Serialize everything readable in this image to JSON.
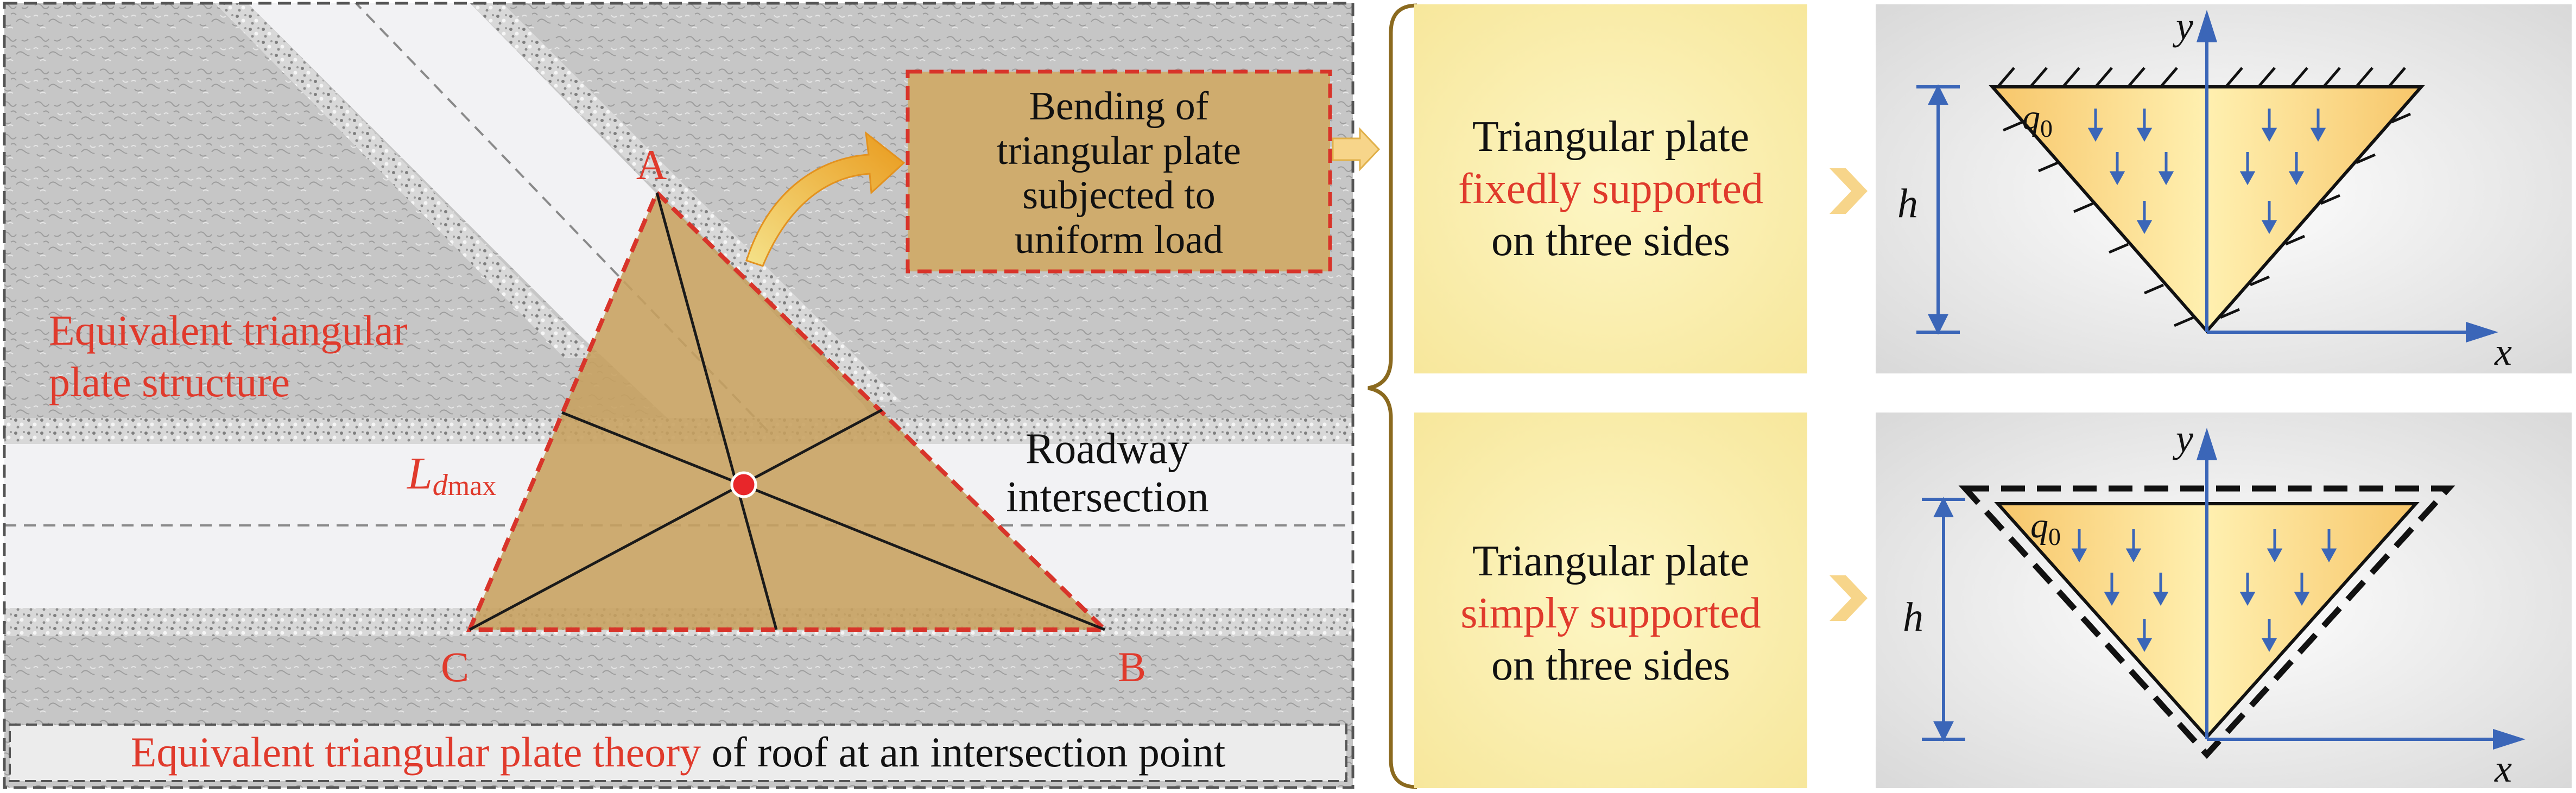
{
  "left_panel": {
    "vertex_a": "A",
    "vertex_b": "B",
    "vertex_c": "C",
    "ldmax_main": "L",
    "ldmax_sub": "d",
    "ldmax_sup": "max",
    "equivalent_structure_line1": "Equivalent triangular",
    "equivalent_structure_line2": "plate structure",
    "roadway_line1": "Roadway",
    "roadway_line2": "intersection",
    "bending_line1": "Bending of",
    "bending_line2": "triangular plate",
    "bending_line3": "subjected to",
    "bending_line4": "uniform load",
    "caption_highlight": "Equivalent triangular plate theory",
    "caption_rest": " of roof at an intersection point"
  },
  "top_case": {
    "line1": "Triangular plate",
    "line2": "fixedly supported",
    "line3": "on three sides",
    "axis_y": "y",
    "axis_x": "x",
    "height": "h",
    "load_main": "q",
    "load_sub": "0"
  },
  "bottom_case": {
    "line1": "Triangular plate",
    "line2": "simply supported",
    "line3": "on three sides",
    "axis_y": "y",
    "axis_x": "x",
    "height": "h",
    "load_main": "q",
    "load_sub": "0"
  },
  "colors": {
    "accent_red": "#e03a2c",
    "axis_blue": "#3b66b8",
    "plate_fill": "#c7a05f",
    "rock_gray": "#c9c9c9"
  }
}
